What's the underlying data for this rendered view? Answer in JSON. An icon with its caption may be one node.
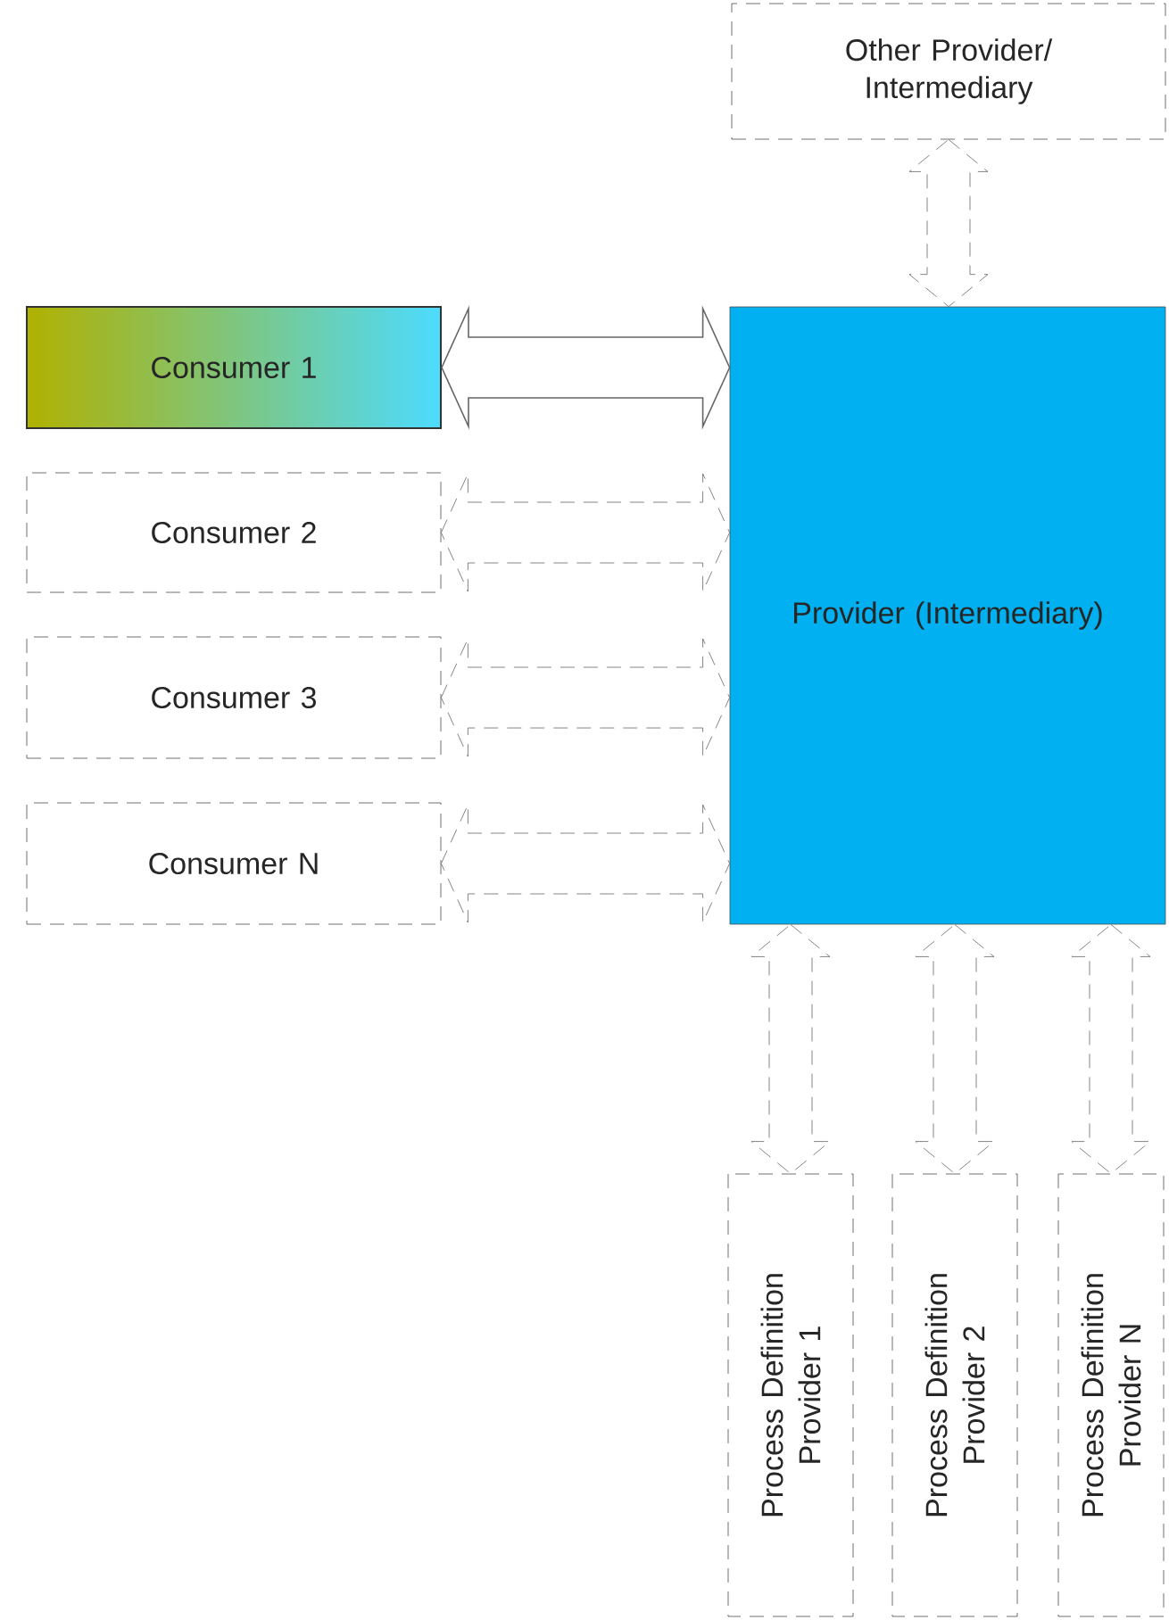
{
  "diagram": {
    "nodes": [
      {
        "text": [
          "Other Provider/ Intermediary"
        ]
      },
      {
        "text": [
          "Consumer 1"
        ]
      },
      {
        "text": [
          "Consumer 2"
        ]
      },
      {
        "text": [
          "Consumer 3"
        ]
      },
      {
        "text": [
          "Consumer N"
        ]
      },
      {
        "text": [
          "Provider (Intermediary)"
        ]
      },
      {
        "text": [
          "Process Definition Provider 1"
        ]
      },
      {
        "text": [
          "Process Definition Provider 2"
        ]
      },
      {
        "text": [
          "Process Definition Provider N"
        ]
      }
    ],
    "edges": [
      {
        "from": 1,
        "to": 5,
        "arrow": "both"
      },
      {
        "from": 2,
        "to": 5,
        "arrow": "both",
        "style": "dashed"
      },
      {
        "from": 3,
        "to": 5,
        "arrow": "both",
        "style": "dashed"
      },
      {
        "from": 4,
        "to": 5,
        "arrow": "both",
        "style": "dashed"
      },
      {
        "from": 5,
        "to": 0,
        "arrow": "both",
        "style": "dashed"
      },
      {
        "from": 5,
        "to": 6,
        "arrow": "both",
        "style": "dashed"
      },
      {
        "from": 5,
        "to": 7,
        "arrow": "both",
        "style": "dashed"
      },
      {
        "from": 5,
        "to": 8,
        "arrow": "both",
        "style": "dashed"
      }
    ]
  }
}
